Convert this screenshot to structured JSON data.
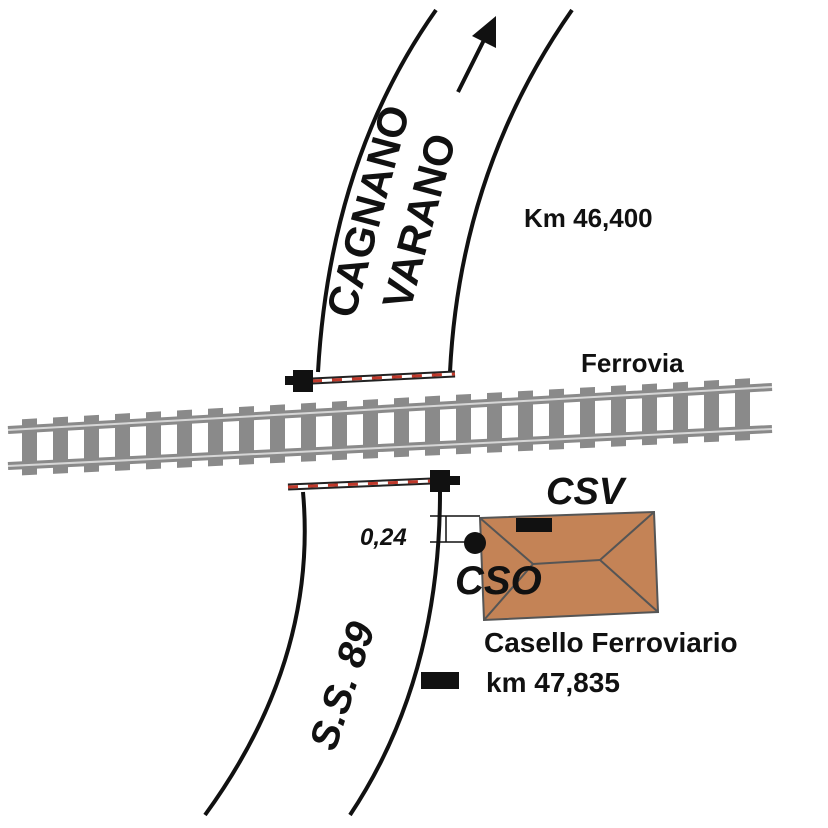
{
  "road": {
    "destination_line1": "CAGNANO",
    "destination_line2": "VARANO",
    "name": "S.S. 89"
  },
  "railway": {
    "label": "Ferrovia"
  },
  "markers": {
    "km_north": "Km 46,400",
    "csv": "CSV",
    "cso": "CSO",
    "distance": "0,24",
    "house_line1": "Casello Ferroviario",
    "house_line2": "km 47,835"
  },
  "colors": {
    "house_fill": "#c48356",
    "house_stroke": "#555555",
    "rail_gray": "#8a8a8a",
    "barrier_red": "#c0392b"
  },
  "icons": {
    "direction": "arrow-north-east-icon",
    "signal": "signal-box-icon"
  }
}
